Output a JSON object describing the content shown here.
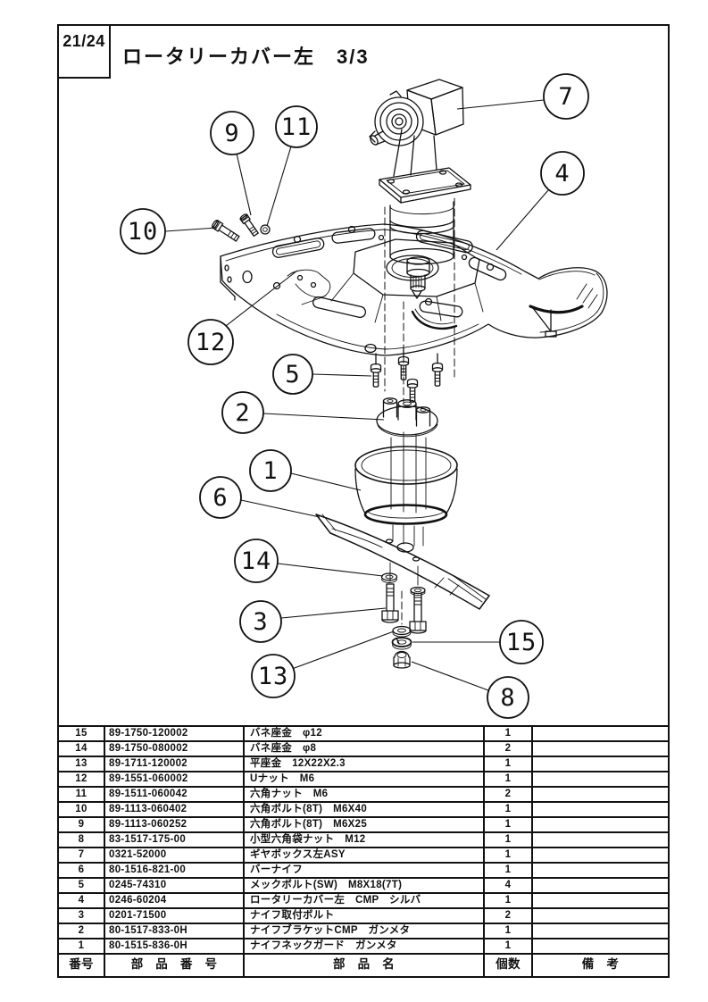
{
  "page": {
    "number": "21/24",
    "title": "ロータリーカバー左　3/3"
  },
  "colors": {
    "ink": "#111111",
    "paper": "#ffffff"
  },
  "callouts": [
    {
      "label": "7"
    },
    {
      "label": "4"
    },
    {
      "label": "9"
    },
    {
      "label": "11"
    },
    {
      "label": "10"
    },
    {
      "label": "12"
    },
    {
      "label": "5"
    },
    {
      "label": "2"
    },
    {
      "label": "1"
    },
    {
      "label": "6"
    },
    {
      "label": "14"
    },
    {
      "label": "3"
    },
    {
      "label": "13"
    },
    {
      "label": "15"
    },
    {
      "label": "8"
    }
  ],
  "table": {
    "headers": {
      "no": "番号",
      "part_no": "部　品　番　号",
      "name": "部　品　名",
      "qty": "個数",
      "remarks": "備　考"
    },
    "rows": [
      {
        "no": "15",
        "part_no": "89-1750-120002",
        "name": "バネ座金　φ12",
        "qty": "1",
        "remarks": ""
      },
      {
        "no": "14",
        "part_no": "89-1750-080002",
        "name": "バネ座金　φ8",
        "qty": "2",
        "remarks": ""
      },
      {
        "no": "13",
        "part_no": "89-1711-120002",
        "name": "平座金　12X22X2.3",
        "qty": "1",
        "remarks": ""
      },
      {
        "no": "12",
        "part_no": "89-1551-060002",
        "name": "Uナット　M6",
        "qty": "1",
        "remarks": ""
      },
      {
        "no": "11",
        "part_no": "89-1511-060042",
        "name": "六角ナット　M6",
        "qty": "2",
        "remarks": ""
      },
      {
        "no": "10",
        "part_no": "89-1113-060402",
        "name": "六角ボルト(8T)　M6X40",
        "qty": "1",
        "remarks": ""
      },
      {
        "no": "9",
        "part_no": "89-1113-060252",
        "name": "六角ボルト(8T)　M6X25",
        "qty": "1",
        "remarks": ""
      },
      {
        "no": "8",
        "part_no": "83-1517-175-00",
        "name": "小型六角袋ナット　M12",
        "qty": "1",
        "remarks": ""
      },
      {
        "no": "7",
        "part_no": "0321-52000",
        "name": "ギヤボックス左ASY",
        "qty": "1",
        "remarks": ""
      },
      {
        "no": "6",
        "part_no": "80-1516-821-00",
        "name": "バーナイフ",
        "qty": "1",
        "remarks": ""
      },
      {
        "no": "5",
        "part_no": "0245-74310",
        "name": "メックボルト(SW)　M8X18(7T)",
        "qty": "4",
        "remarks": ""
      },
      {
        "no": "4",
        "part_no": "0246-60204",
        "name": "ロータリーカバー左　CMP　シルバ",
        "qty": "1",
        "remarks": ""
      },
      {
        "no": "3",
        "part_no": "0201-71500",
        "name": "ナイフ取付ボルト",
        "qty": "2",
        "remarks": ""
      },
      {
        "no": "2",
        "part_no": "80-1517-833-0H",
        "name": "ナイフブラケットCMP　ガンメタ",
        "qty": "1",
        "remarks": ""
      },
      {
        "no": "1",
        "part_no": "80-1515-836-0H",
        "name": "ナイフネックガード　ガンメタ",
        "qty": "1",
        "remarks": ""
      }
    ]
  }
}
